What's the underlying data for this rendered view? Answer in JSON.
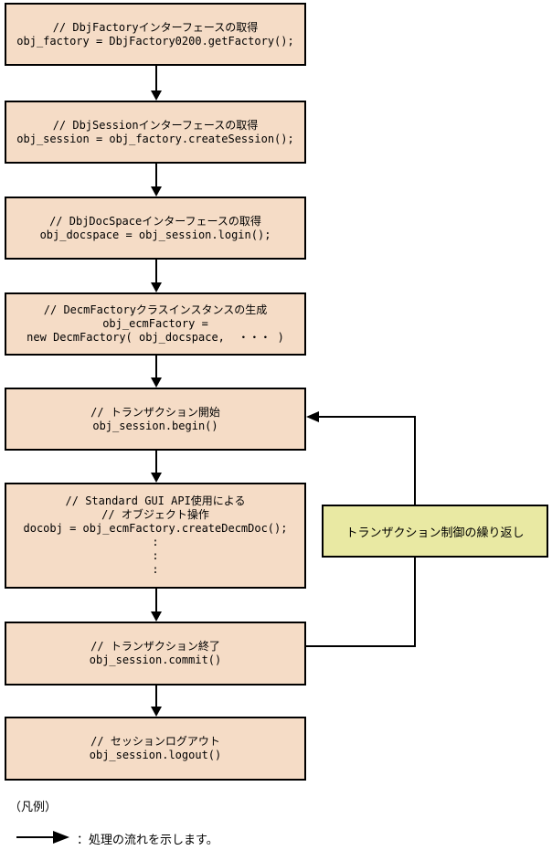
{
  "diagram": {
    "boxes": [
      {
        "lines": [
          "// DbjFactoryインターフェースの取得",
          "obj_factory = DbjFactory0200.getFactory();"
        ]
      },
      {
        "lines": [
          "// DbjSessionインターフェースの取得",
          "obj_session = obj_factory.createSession();"
        ]
      },
      {
        "lines": [
          "// DbjDocSpaceインターフェースの取得",
          "obj_docspace = obj_session.login();"
        ]
      },
      {
        "lines": [
          "// DecmFactoryクラスインスタンスの生成",
          "obj_ecmFactory =",
          "new DecmFactory( obj_docspace,  ・・・ )"
        ]
      },
      {
        "lines": [
          "// トランザクション開始",
          "obj_session.begin()"
        ]
      },
      {
        "lines": [
          "// Standard GUI API使用による",
          "// オブジェクト操作",
          "docobj = obj_ecmFactory.createDecmDoc();",
          ":",
          ":",
          ":"
        ]
      },
      {
        "lines": [
          "// トランザクション終了",
          "obj_session.commit()"
        ]
      },
      {
        "lines": [
          "// セッションログアウト",
          "obj_session.logout()"
        ]
      }
    ],
    "loop_label": "トランザクション制御の繰り返し",
    "colors": {
      "box_fill": "#F5DCC6",
      "loop_fill": "#E9E9A3",
      "line": "#000000",
      "text": "#000000"
    }
  },
  "legend": {
    "title": "（凡例）",
    "flow_caption": "：処理の流れを示します。"
  }
}
